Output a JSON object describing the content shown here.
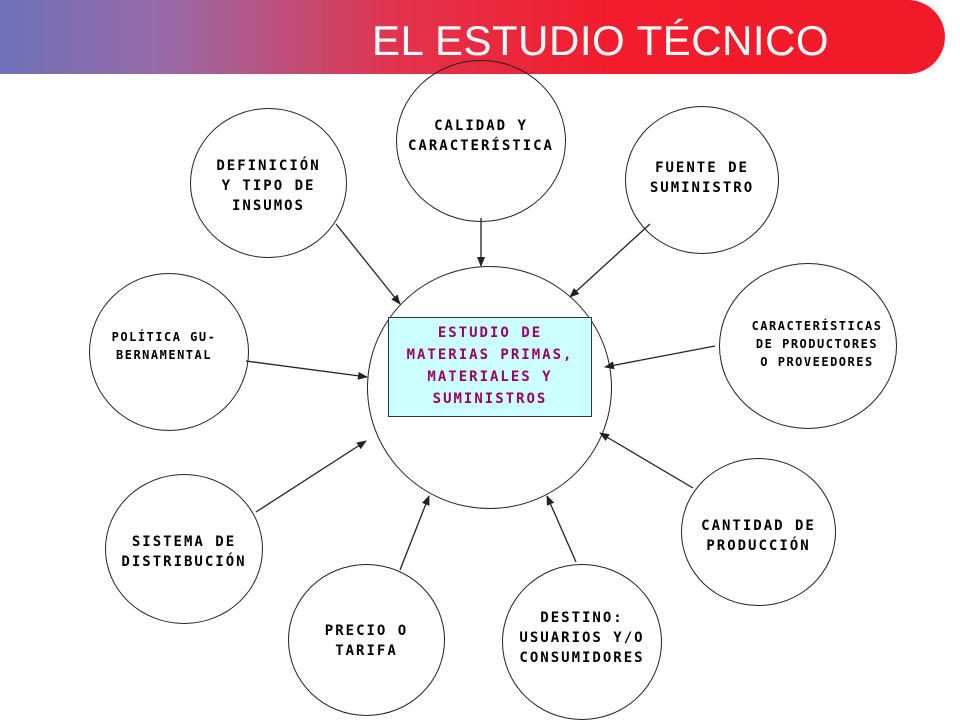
{
  "header": {
    "title": "EL ESTUDIO TÉCNICO"
  },
  "center": {
    "label": "ESTUDIO DE\nMATERIAS PRIMAS,\nMATERIALES Y\nSUMINISTROS"
  },
  "nodes": [
    {
      "id": "calidad",
      "label": "CALIDAD Y\nCARACTERÍSTICA"
    },
    {
      "id": "fuente",
      "label": "FUENTE DE\nSUMINISTRO"
    },
    {
      "id": "caract",
      "label": "CARACTERÍSTICAS\nDE PRODUCTORES\nO PROVEEDORES"
    },
    {
      "id": "cantidad",
      "label": "CANTIDAD DE\nPRODUCCIÓN"
    },
    {
      "id": "destino",
      "label": "DESTINO:\nUSUARIOS Y/O\nCONSUMIDORES"
    },
    {
      "id": "precio",
      "label": "PRECIO O\nTARIFA"
    },
    {
      "id": "sistema",
      "label": "SISTEMA DE\nDISTRIBUCIÓN"
    },
    {
      "id": "politica",
      "label": "POLÍTICA GU-\nBERNAMENTAL"
    },
    {
      "id": "definicion",
      "label": "DEFINICIÓN\nY TIPO DE\nINSUMOS"
    }
  ]
}
